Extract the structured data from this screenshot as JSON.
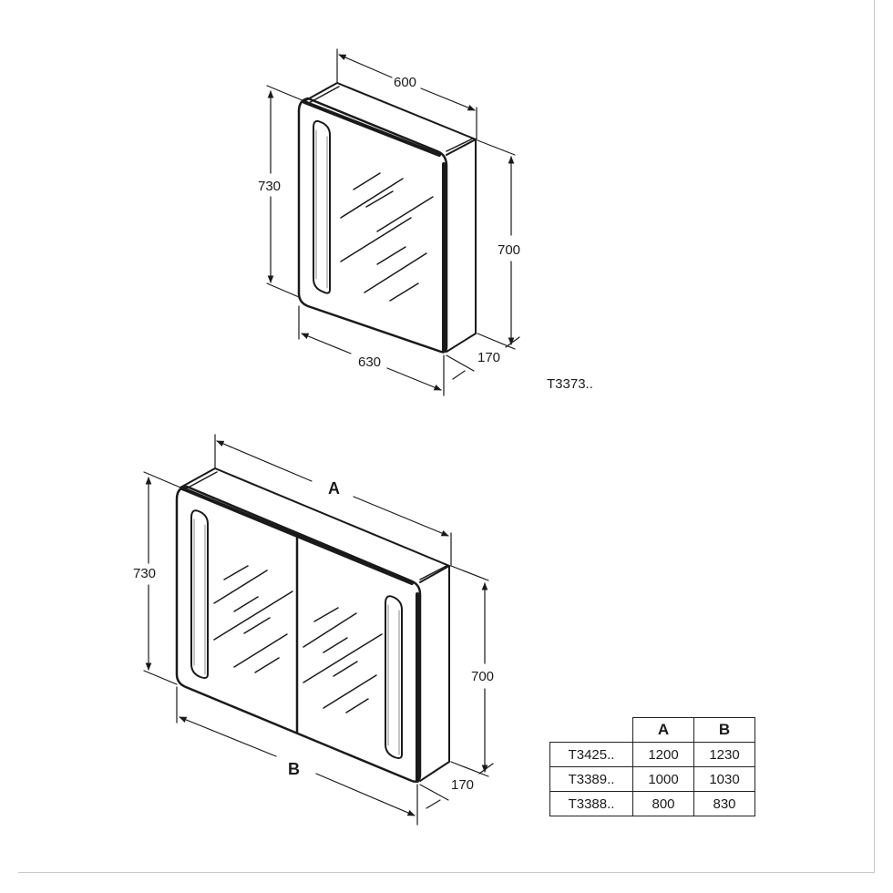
{
  "drawing": {
    "top_unit": {
      "model": "T3373..",
      "dimensions": {
        "depth_width": "600",
        "height_front": "730",
        "height_side": "700",
        "width_front": "630",
        "depth": "170"
      }
    },
    "bottom_unit": {
      "dimensions": {
        "top_label": "A",
        "height_front": "730",
        "height_side": "700",
        "bottom_label": "B",
        "depth": "170"
      }
    },
    "table": {
      "headers": [
        "",
        "A",
        "B"
      ],
      "rows": [
        {
          "model": "T3425..",
          "a": "1200",
          "b": "1230"
        },
        {
          "model": "T3389..",
          "a": "1000",
          "b": "1030"
        },
        {
          "model": "T3388..",
          "a": "800",
          "b": "830"
        }
      ]
    },
    "colors": {
      "line": "#1a1a1a",
      "background": "#ffffff",
      "frame": "#c8c8c8"
    }
  }
}
